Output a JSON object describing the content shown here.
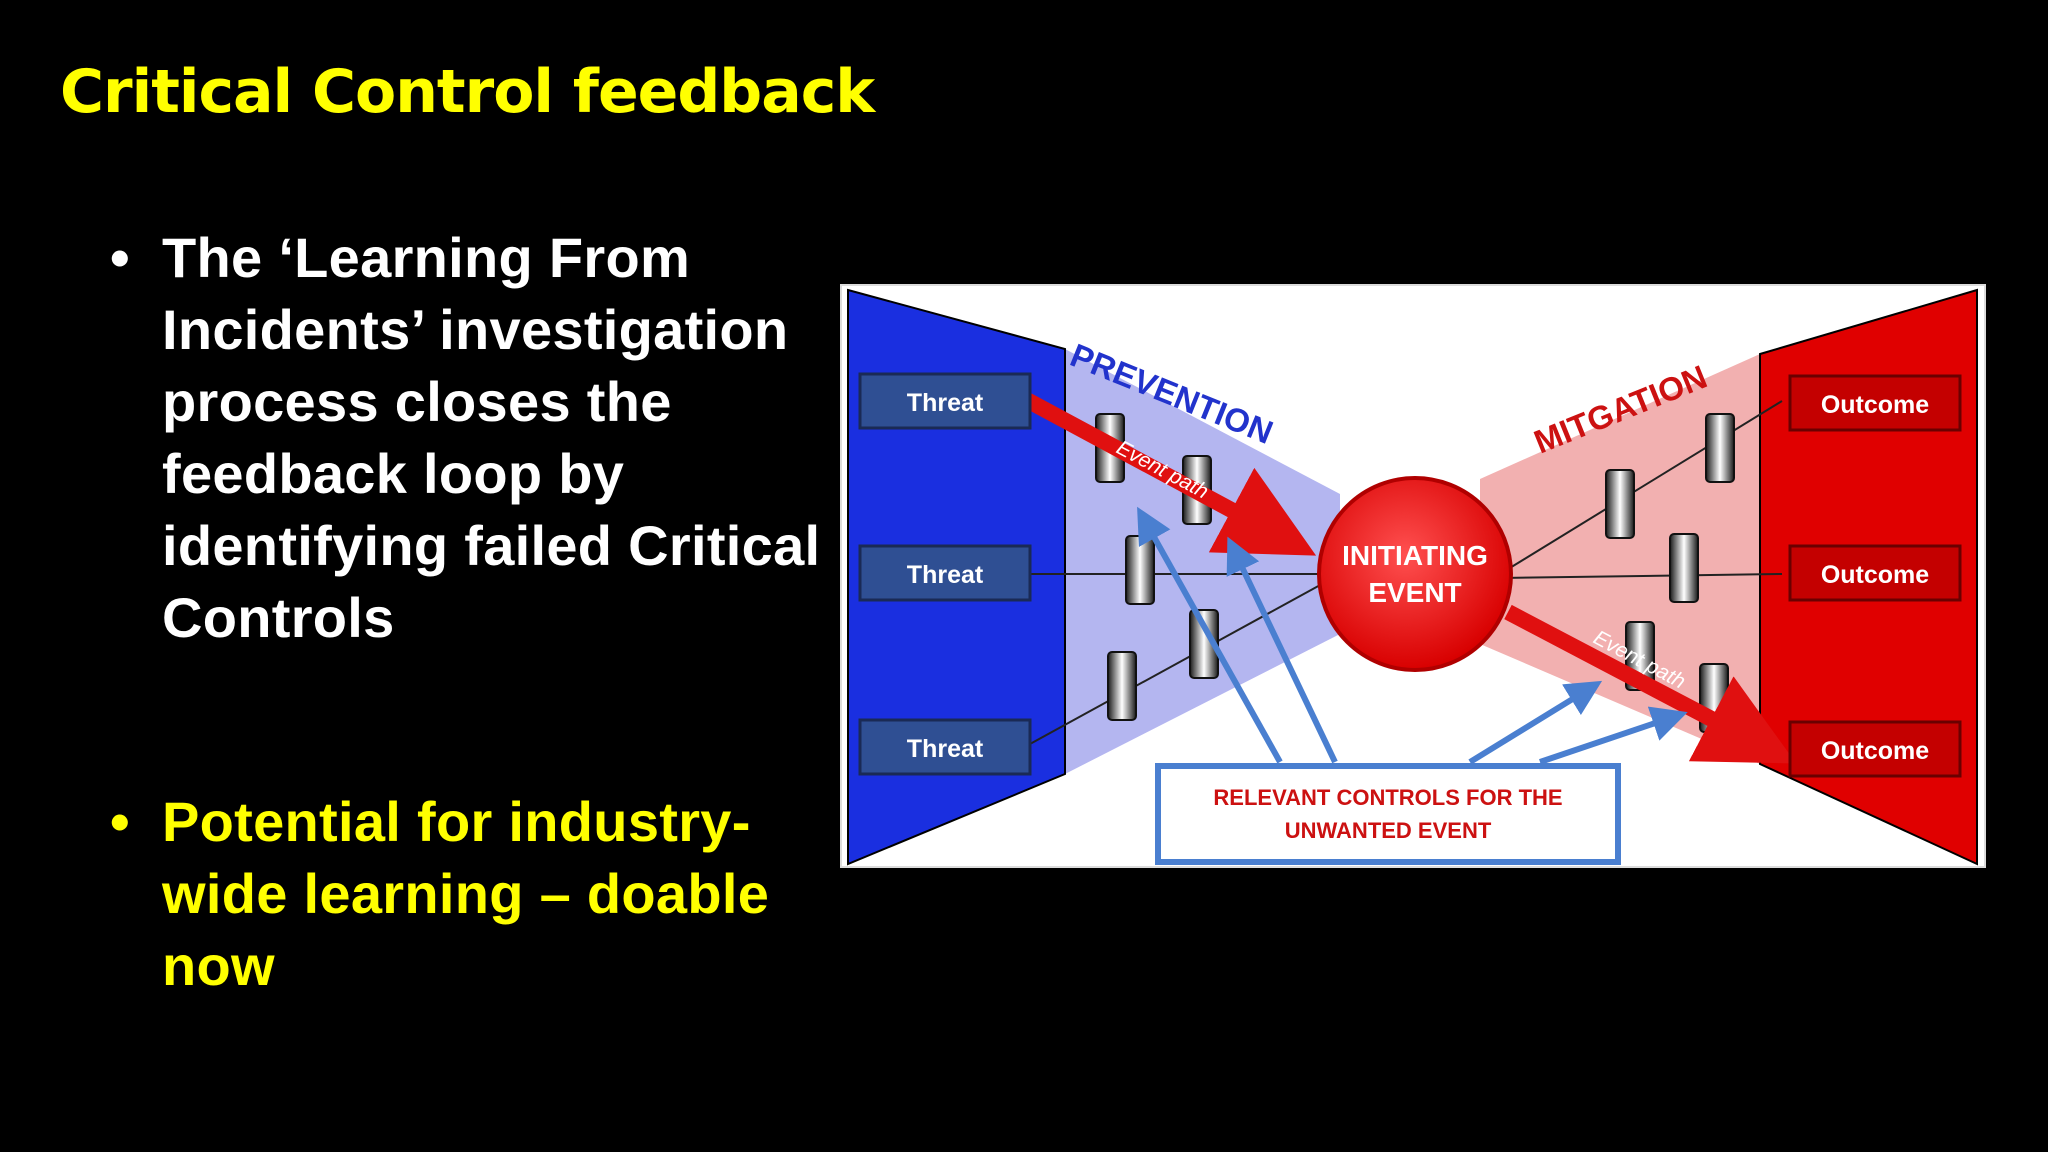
{
  "slide": {
    "title": "Critical Control feedback",
    "bullets": [
      {
        "marker": "•",
        "text": "The ‘Learning From Incidents’ investigation process closes the feedback loop by identifying failed Critical Controls"
      },
      {
        "marker": "•",
        "text": "Potential for industry-wide learning – doable now"
      }
    ]
  },
  "diagram": {
    "threats": [
      "Threat",
      "Threat",
      "Threat"
    ],
    "outcomes": [
      "Outcome",
      "Outcome",
      "Outcome"
    ],
    "prevention_label": "PREVENTION",
    "mitigation_label": "MITGATION",
    "initiating_event": [
      "INITIATING",
      "EVENT"
    ],
    "event_path_label": "Event path",
    "controls_box": [
      "RELEVANT CONTROLS FOR THE",
      "UNWANTED EVENT"
    ],
    "colors": {
      "threat_side": "#1a2fe0",
      "outcome_side": "#e00000",
      "prevention_zone": "#b4b6f0",
      "mitigation_zone": "#f2b0b0",
      "arrow_blue": "#4a7fd0",
      "label_blue": "#2233cc",
      "label_red": "#cc1111"
    }
  }
}
